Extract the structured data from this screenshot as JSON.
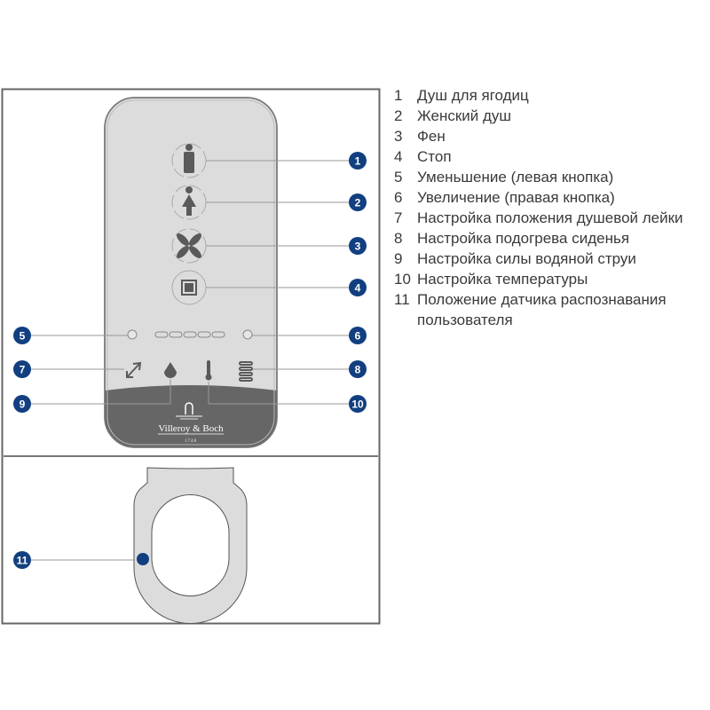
{
  "brand": {
    "name": "Villeroy & Boch",
    "year": "1748"
  },
  "colors": {
    "badge": "#123f80",
    "panel": "#dcdcdc",
    "dark": "#666666",
    "icon": "#5a5a5a"
  },
  "legend": [
    {
      "num": "1",
      "text": "Душ для ягодиц"
    },
    {
      "num": "2",
      "text": "Женский душ"
    },
    {
      "num": "3",
      "text": "Фен"
    },
    {
      "num": "4",
      "text": "Стоп"
    },
    {
      "num": "5",
      "text": "Уменьшение (левая кнопка)"
    },
    {
      "num": "6",
      "text": "Увеличение (правая кнопка)"
    },
    {
      "num": "7",
      "text": "Настройка положения душевой лейки"
    },
    {
      "num": "8",
      "text": "Настройка подогрева сиденья"
    },
    {
      "num": "9",
      "text": "Настройка силы водяной струи"
    },
    {
      "num": "10",
      "text": "Настройка температуры"
    },
    {
      "num": "11",
      "text": "Положение датчика распознавания пользователя"
    }
  ]
}
